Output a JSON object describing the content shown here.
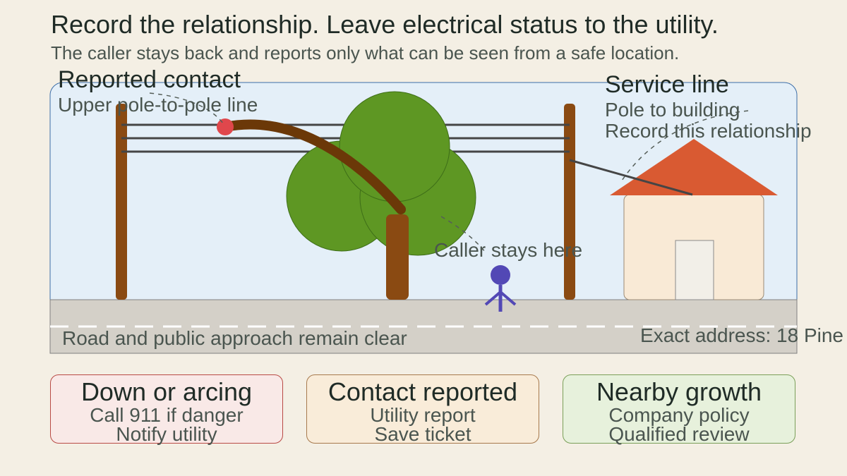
{
  "header": {
    "title": "Record the relationship. Leave electrical status to the utility.",
    "subtitle": "The caller stays back and reports only what can be seen from a safe location."
  },
  "scene": {
    "reported_contact": {
      "title": "Reported contact",
      "detail": "Upper pole-to-pole line"
    },
    "service_line": {
      "title": "Service line",
      "line1": "Pole to building",
      "line2": "Record this relationship"
    },
    "caller_label": "Caller stays here",
    "road_label": "Road and public approach remain clear",
    "address_label": "Exact address: 18 Pine"
  },
  "cards": [
    {
      "title": "Down or arcing",
      "line1": "Call 911 if danger",
      "line2": "Notify utility"
    },
    {
      "title": "Contact reported",
      "line1": "Utility report",
      "line2": "Save ticket"
    },
    {
      "title": "Nearby growth",
      "line1": "Company policy",
      "line2": "Qualified review"
    }
  ],
  "colors": {
    "background": "#f4efe4",
    "sky": "#e4eff8",
    "road": "#d4d0c8",
    "pole": "#8a4a12",
    "wire": "#454545",
    "branch": "#6b3808",
    "foliage": "#5e9723",
    "roof": "#d95a32",
    "house": "#f9ead6",
    "caller": "#5248b5",
    "contact_dot": "#e0474c",
    "danger_card": "#f9e9e7",
    "report_card": "#f9ecd9",
    "growth_card": "#e7f1dc"
  }
}
